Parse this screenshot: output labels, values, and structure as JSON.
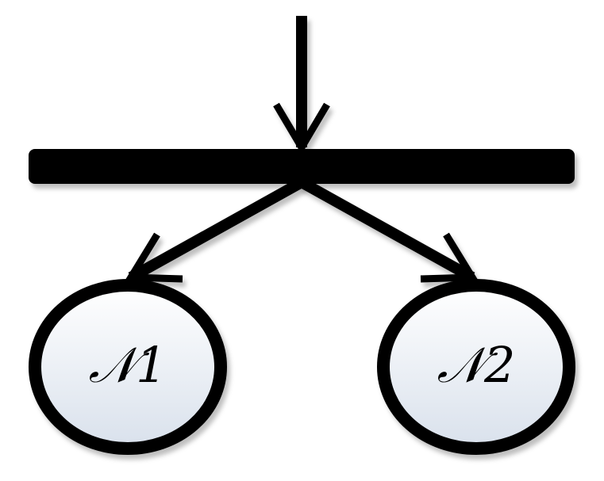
{
  "diagram": {
    "type": "fork",
    "nodes": [
      {
        "id": "N1",
        "label": "𝒩1"
      },
      {
        "id": "N2",
        "label": "𝒩2"
      }
    ],
    "edges": [
      {
        "from": "incoming",
        "to": "fork-bar"
      },
      {
        "from": "fork-bar",
        "to": "N1"
      },
      {
        "from": "fork-bar",
        "to": "N2"
      }
    ],
    "colors": {
      "stroke": "#000000",
      "node_fill_top": "#ffffff",
      "node_fill_bottom": "#d9e1ec"
    }
  }
}
